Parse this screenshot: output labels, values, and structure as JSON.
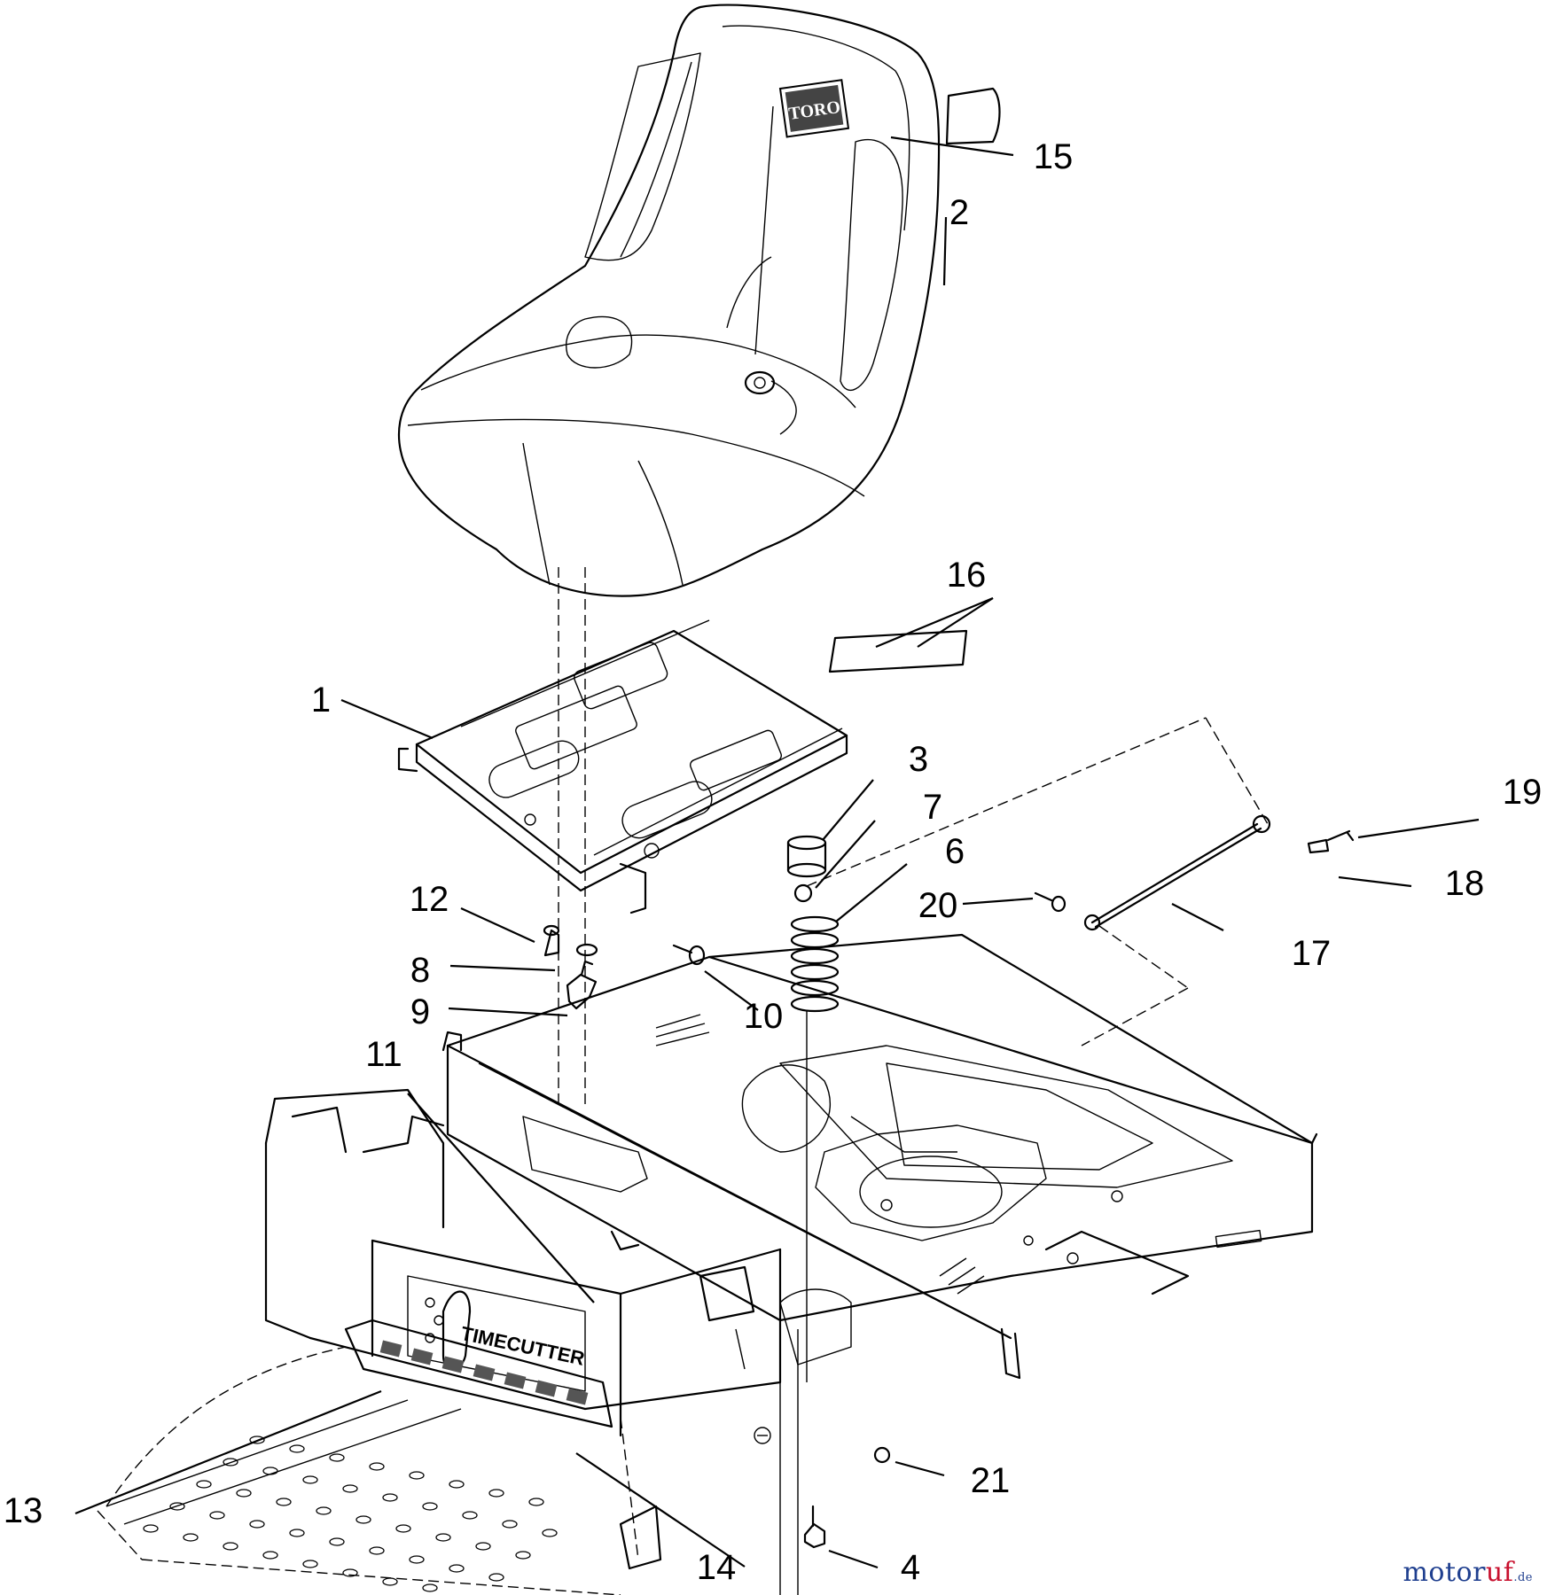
{
  "callouts": [
    "15",
    "2",
    "16",
    "1",
    "3",
    "7",
    "6",
    "19",
    "18",
    "20",
    "17",
    "12",
    "8",
    "9",
    "10",
    "11",
    "21",
    "13",
    "14",
    "4"
  ],
  "seat_logo": "TORO",
  "panel_brand": "TIMECUTTER",
  "watermark": {
    "part1": "motor",
    "part2": "uf",
    "suffix": ".de"
  }
}
